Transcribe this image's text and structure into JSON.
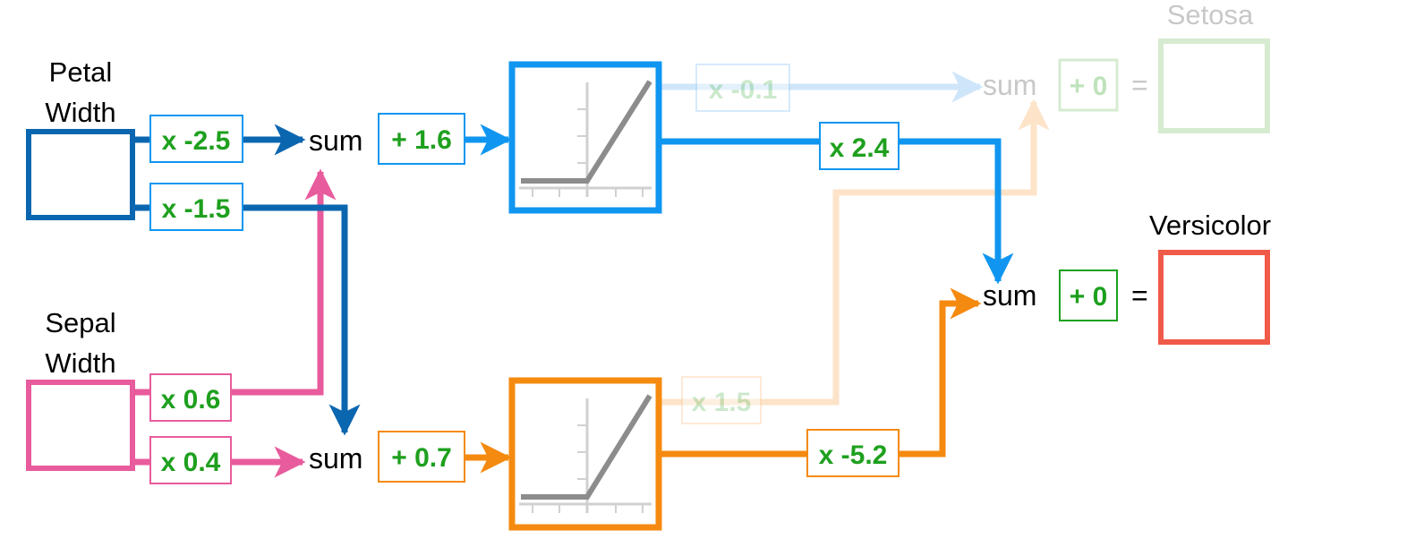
{
  "inputs": {
    "petal": {
      "line1": "Petal",
      "line2": "Width"
    },
    "sepal": {
      "line1": "Sepal",
      "line2": "Width"
    }
  },
  "weights": {
    "petal_to_top": "x -2.5",
    "petal_to_bottom": "x -1.5",
    "sepal_to_top": "x 0.6",
    "sepal_to_bottom": "x 0.4",
    "top_to_setosa": "x -0.1",
    "top_to_versicolor": "x 2.4",
    "bottom_to_setosa": "x 1.5",
    "bottom_to_versicolor": "x -5.2"
  },
  "sums": {
    "top": {
      "label": "sum",
      "bias": "+ 1.6"
    },
    "bottom": {
      "label": "sum",
      "bias": "+ 0.7"
    },
    "setosa": {
      "label": "sum",
      "bias": "+ 0",
      "equals": "="
    },
    "versicolor": {
      "label": "sum",
      "bias": "+ 0",
      "equals": "="
    }
  },
  "outputs": {
    "setosa": "Setosa",
    "versicolor": "Versicolor"
  },
  "activation_icon": "relu-graph-icon",
  "colors": {
    "petal": "#0b66b0",
    "sepal": "#e85b9c",
    "top_node": "#1096f0",
    "bottom_node": "#f58a10",
    "weight_text": "#1ea01e",
    "versicolor": "#f05a48",
    "setosa_box": "#d6ebd0",
    "faded_text": "#c8c8c8"
  }
}
